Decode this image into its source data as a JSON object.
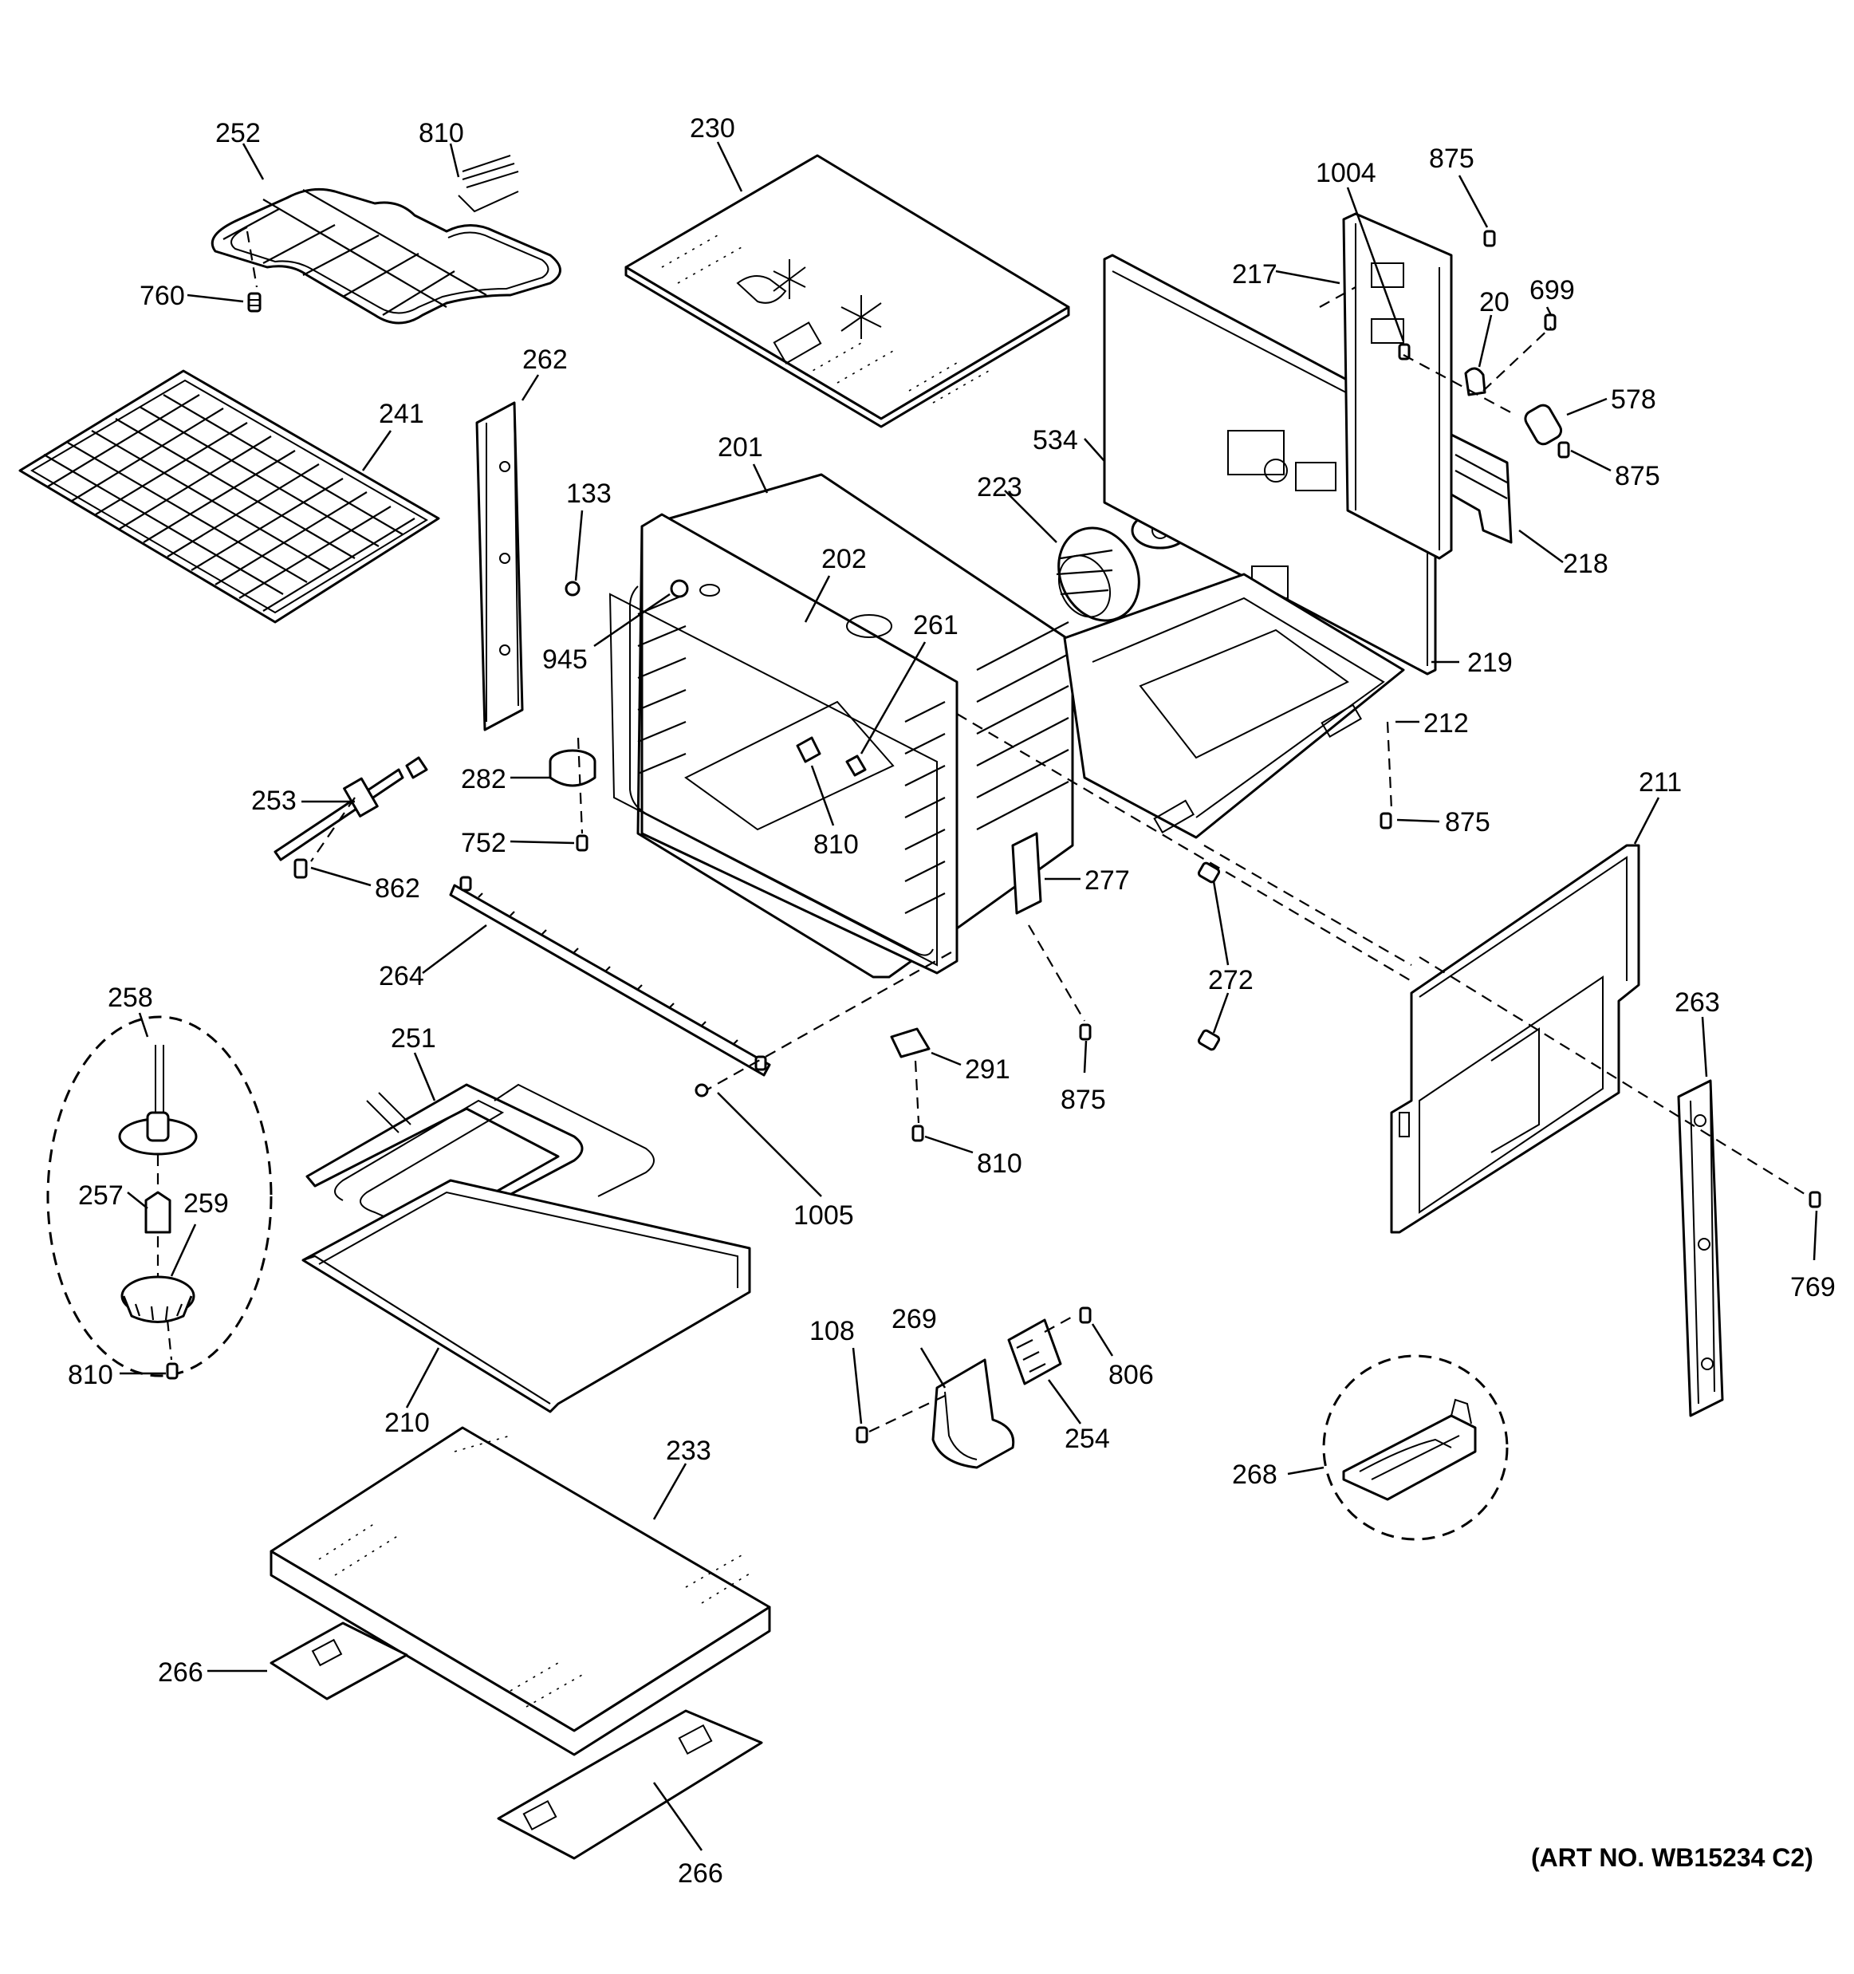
{
  "art_number": "(ART NO. WB15234 C2)",
  "callouts": [
    {
      "id": "c252",
      "label": "252"
    },
    {
      "id": "c810a",
      "label": "810"
    },
    {
      "id": "c760",
      "label": "760"
    },
    {
      "id": "c230",
      "label": "230"
    },
    {
      "id": "c1004",
      "label": "1004"
    },
    {
      "id": "c875a",
      "label": "875"
    },
    {
      "id": "c217",
      "label": "217"
    },
    {
      "id": "c20",
      "label": "20"
    },
    {
      "id": "c699",
      "label": "699"
    },
    {
      "id": "c578",
      "label": "578"
    },
    {
      "id": "c875b",
      "label": "875"
    },
    {
      "id": "c218",
      "label": "218"
    },
    {
      "id": "c262",
      "label": "262"
    },
    {
      "id": "c241",
      "label": "241"
    },
    {
      "id": "c201",
      "label": "201"
    },
    {
      "id": "c534",
      "label": "534"
    },
    {
      "id": "c223",
      "label": "223"
    },
    {
      "id": "c133",
      "label": "133"
    },
    {
      "id": "c202",
      "label": "202"
    },
    {
      "id": "c261",
      "label": "261"
    },
    {
      "id": "c945",
      "label": "945"
    },
    {
      "id": "c219",
      "label": "219"
    },
    {
      "id": "c212",
      "label": "212"
    },
    {
      "id": "c282",
      "label": "282"
    },
    {
      "id": "c253",
      "label": "253"
    },
    {
      "id": "c810b",
      "label": "810"
    },
    {
      "id": "c875c",
      "label": "875"
    },
    {
      "id": "c752",
      "label": "752"
    },
    {
      "id": "c211",
      "label": "211"
    },
    {
      "id": "c862",
      "label": "862"
    },
    {
      "id": "c277",
      "label": "277"
    },
    {
      "id": "c264",
      "label": "264"
    },
    {
      "id": "c272",
      "label": "272"
    },
    {
      "id": "c258",
      "label": "258"
    },
    {
      "id": "c263",
      "label": "263"
    },
    {
      "id": "c251",
      "label": "251"
    },
    {
      "id": "c291",
      "label": "291"
    },
    {
      "id": "c875d",
      "label": "875"
    },
    {
      "id": "c810c",
      "label": "810"
    },
    {
      "id": "c257",
      "label": "257"
    },
    {
      "id": "c259",
      "label": "259"
    },
    {
      "id": "c1005",
      "label": "1005"
    },
    {
      "id": "c769",
      "label": "769"
    },
    {
      "id": "c108",
      "label": "108"
    },
    {
      "id": "c269",
      "label": "269"
    },
    {
      "id": "c806",
      "label": "806"
    },
    {
      "id": "c810d",
      "label": "810"
    },
    {
      "id": "c210",
      "label": "210"
    },
    {
      "id": "c254",
      "label": "254"
    },
    {
      "id": "c233",
      "label": "233"
    },
    {
      "id": "c268",
      "label": "268"
    },
    {
      "id": "c266a",
      "label": "266"
    },
    {
      "id": "c266b",
      "label": "266"
    }
  ]
}
